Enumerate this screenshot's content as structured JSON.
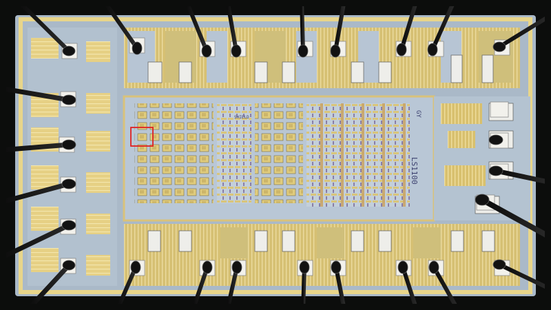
{
  "image": {
    "subject": "Die photograph of an integrated circuit with bond wires attached to bond pads",
    "colors": {
      "background": "#0c0d0c",
      "substrate_blue": "#b6c7d6",
      "metal_gold": "#e3cf7d",
      "metal_light": "#efe2a4",
      "pad_white": "#f2f1ec",
      "bond_wire": "#1a1a1a",
      "highlight_red": "#e02020",
      "label_ink": "#3a3f6e"
    }
  },
  "die_markings": {
    "part_number": "LS1100",
    "logo_text": "GY",
    "small_label": "SHIELD"
  },
  "highlight": {
    "description": "red rectangle marking a small circuit region"
  }
}
